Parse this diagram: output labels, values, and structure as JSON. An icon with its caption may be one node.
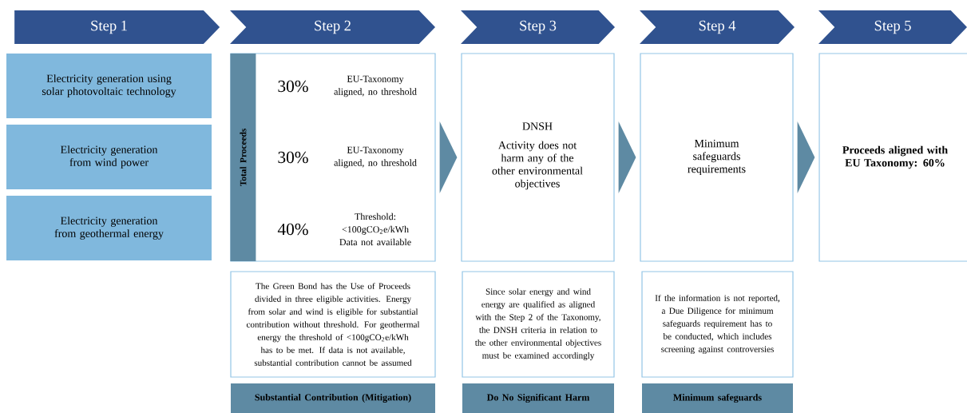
{
  "diagram": {
    "nodes": [
      {
        "text": [
          "Step 1"
        ]
      },
      {
        "text": [
          "Step 2"
        ]
      },
      {
        "text": [
          "Step 3"
        ]
      },
      {
        "text": [
          "Step 4"
        ]
      },
      {
        "text": [
          "Step 5"
        ]
      },
      {
        "text": [
          "Electricity generation using solar photovoltaic technology"
        ]
      },
      {
        "text": [
          "Electricity generation from wind power"
        ]
      },
      {
        "text": [
          "Electricity generation from geothermal energy"
        ]
      },
      {
        "text": [
          "30%",
          "EU-Taxonomy aligned, no threshold",
          "30%",
          "EU-Taxonomy aligned, no threshold",
          "40%",
          "Threshold: <100gCO$_{2}$e/kWh Data not available"
        ]
      },
      {
        "text": [
          "Total Proceeds"
        ],
        "in": 8
      },
      {
        "text": [
          "DNSH",
          "Activity does not harm any of the other environmental objectives"
        ]
      },
      {
        "text": [
          "Minimum safeguards requirements"
        ]
      },
      {
        "text": [
          "Proceeds aligned with EU Taxonomy: 60%"
        ]
      },
      {
        "text": [
          "The Green Bond has the Use of Proceeds divided in three eligible activities. Energy from solar and wind is eligible for substantial contribution without threshold. For geothermal energy the threshold of <100gCO$_{2}$e/kWh has to be met. If data is not available, substantial contribution cannot be assumed"
        ]
      },
      {
        "text": [
          "Since solar energy and wind energy are qualified as aligned with the Step 2 of the Taxonomy, the DNSH criteria in relation to the other environmental objectives must be examined accordingly"
        ]
      },
      {
        "text": [
          "If the information is not reported, a Due Diligence for minimum safeguards requirement has to be conducted, which includes screening against controversies"
        ]
      },
      {
        "text": [
          "Substantial Contribution (Mitigation)"
        ]
      },
      {
        "text": [
          "Do No Significant Harm"
        ]
      },
      {
        "text": [
          "Minimum safeguards"
        ]
      }
    ],
    "edges": [
      {
        "from": 8,
        "to": 10,
        "arrow": "to"
      },
      {
        "from": 10,
        "to": 11,
        "arrow": "to"
      },
      {
        "from": 11,
        "to": 12,
        "arrow": "to"
      }
    ]
  }
}
